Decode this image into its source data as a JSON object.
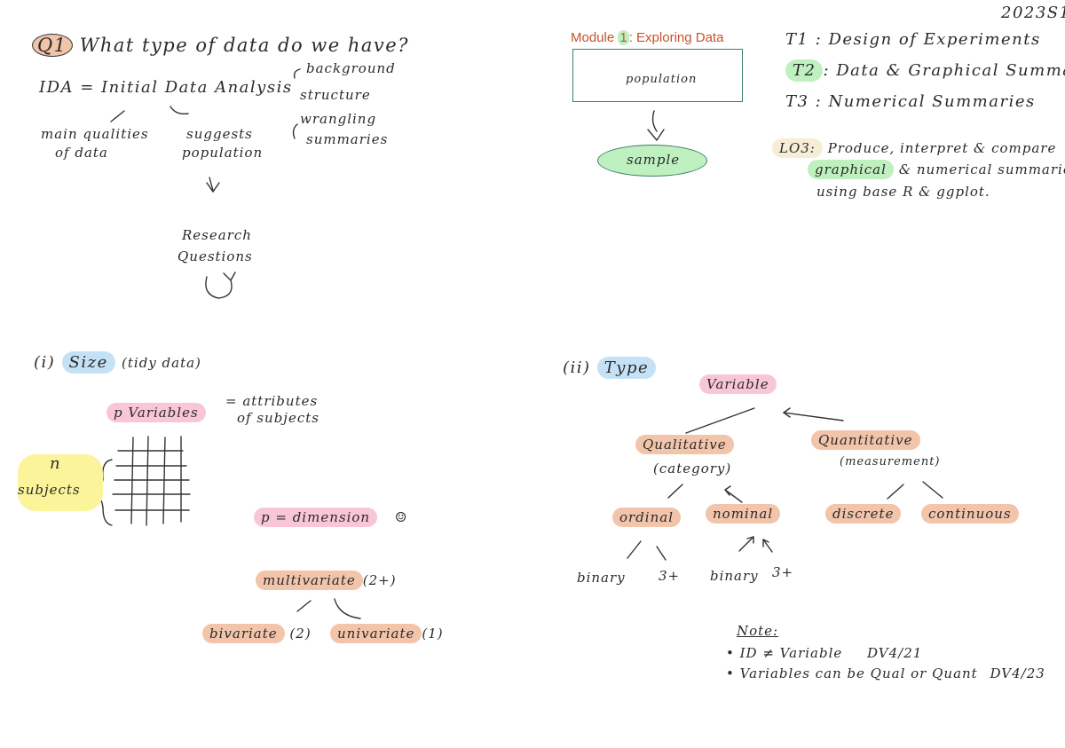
{
  "header": {
    "id": "2023S1"
  },
  "q1": {
    "number": "Q1",
    "question": "What type of data do we have?",
    "ida_line": "IDA = Initial Data Analysis",
    "ida_items": [
      "background",
      "structure",
      "wrangling",
      "summaries"
    ],
    "qualities": [
      "main qualities",
      "of data"
    ],
    "suggests": [
      "suggests",
      "population"
    ],
    "research": [
      "Research",
      "Questions"
    ]
  },
  "module": {
    "title_prefix": "Module ",
    "title_number": "1",
    "title_suffix": ": Exploring Data",
    "population_label": "population",
    "sample_label": "sample"
  },
  "topics": {
    "t1": "T1 : Design of Experiments",
    "t2_code": "T2",
    "t2_text": ": Data & Graphical Summaries",
    "t3": "T3 : Numerical Summaries"
  },
  "lo3": {
    "code": "LO3:",
    "line1": "Produce, interpret & compare",
    "line2_highlight": "graphical",
    "line2_rest": "& numerical summaries",
    "line3": "using base R & ggplot."
  },
  "size_section": {
    "label_prefix": "(i)",
    "label": "Size",
    "label_suffix": "(tidy data)",
    "p_variables": "p Variables",
    "attributes": [
      "= attributes",
      "of subjects"
    ],
    "n_label": "n",
    "subjects_label": "subjects",
    "dimension": "p = dimension",
    "smiley": "☺",
    "multivariate": "multivariate",
    "multi_count": "(2+)",
    "bivariate": "bivariate",
    "bi_count": "(2)",
    "univariate": "univariate",
    "uni_count": "(1)"
  },
  "type_section": {
    "label_prefix": "(ii)",
    "label": "Type",
    "variable": "Variable",
    "qualitative": "Qualitative",
    "category": "(category)",
    "quantitative": "Quantitative",
    "measurement": "(measurement)",
    "ordinal": "ordinal",
    "nominal": "nominal",
    "discrete": "discrete",
    "continuous": "continuous",
    "binary1": "binary",
    "three1": "3+",
    "binary2": "binary",
    "three2": "3+"
  },
  "note": {
    "title": "Note:",
    "line1": "• ID ≠ Variable",
    "ref1": "DV4/21",
    "line2": "• Variables can be Qual or Quant",
    "ref2": "DV4/23"
  }
}
